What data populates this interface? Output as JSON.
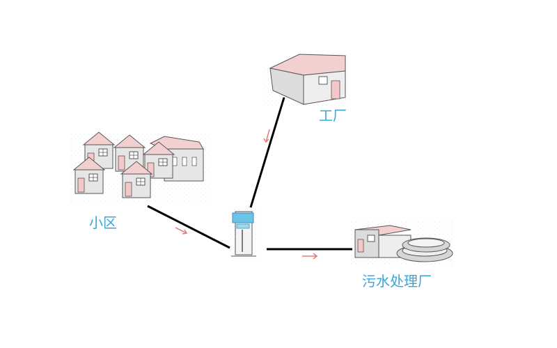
{
  "labels": {
    "factory": "工厂",
    "community": "小区",
    "treatment_plant": "污水处理厂"
  },
  "icons": {
    "factory": "factory-building-icon",
    "community": "house-group-icon",
    "pump_station": "pump-station-icon",
    "treatment_plant": "treatment-plant-icon",
    "flow_arrow": "flow-arrow-icon"
  },
  "colors": {
    "label": "#3aa6d8",
    "flow_arrow": "#e87878",
    "pipe": "#000000",
    "roof": "#f2d0d0",
    "wall": "#e6e6e6",
    "door": "#f4c8c8"
  }
}
